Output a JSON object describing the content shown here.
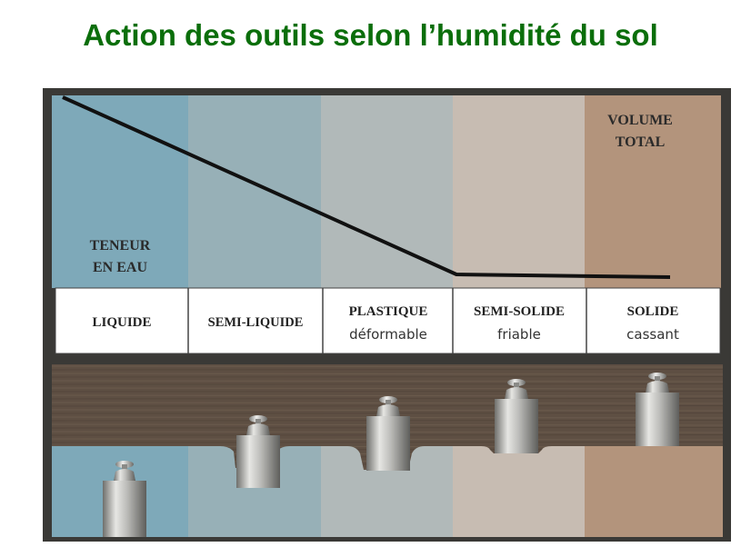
{
  "title": "Action des outils selon l’humidité du sol",
  "diagram": {
    "left_label": [
      "TENEUR",
      "EN EAU"
    ],
    "right_label": [
      "VOLUME",
      "TOTAL"
    ],
    "states": [
      {
        "name": "LIQUIDE",
        "sub": "",
        "color": "#7ea9b9"
      },
      {
        "name": "SEMI-LIQUIDE",
        "sub": "",
        "color": "#97b0b7"
      },
      {
        "name": "PLASTIQUE",
        "sub": "déformable",
        "color": "#b1b9b9"
      },
      {
        "name": "SEMI-SOLIDE",
        "sub": "friable",
        "color": "#c7bcb2"
      },
      {
        "name": "SOLIDE",
        "sub": "cassant",
        "color": "#b3947c"
      }
    ],
    "colors": {
      "curve": "#111111",
      "wood": "#5e4f43",
      "weight": "#b9b9b6"
    }
  }
}
